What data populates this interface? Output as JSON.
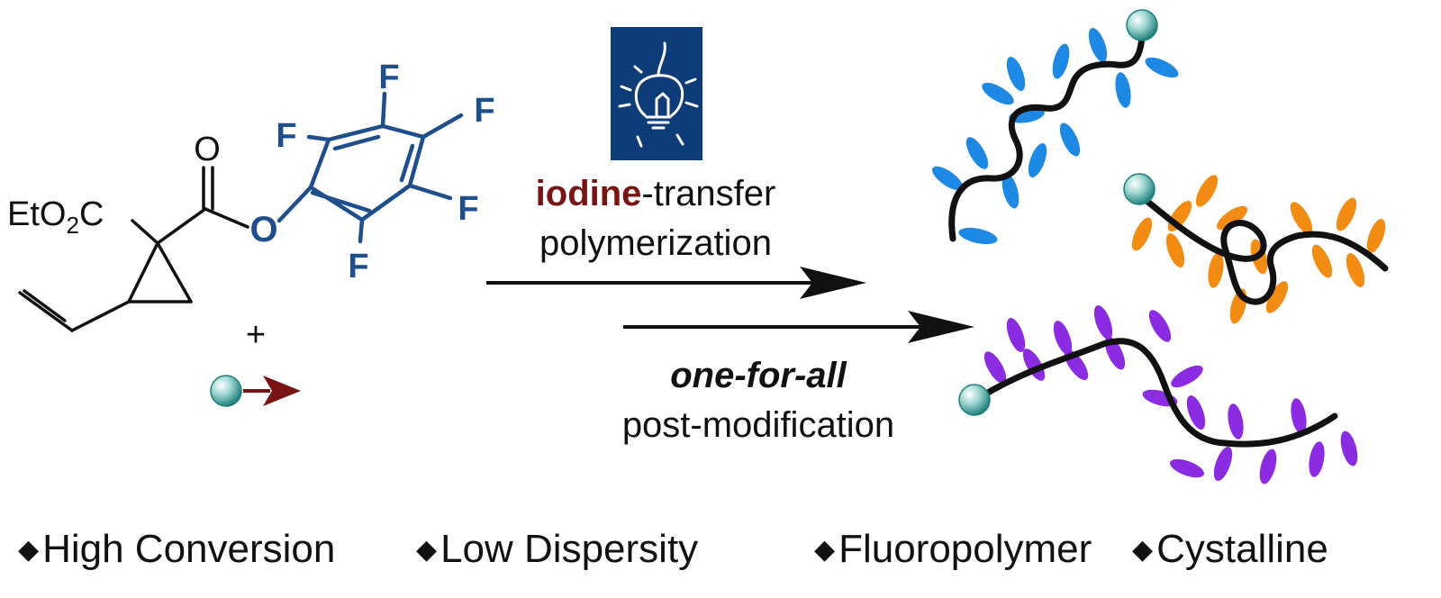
{
  "colors": {
    "ink": "#111111",
    "fluoro_blue": "#1f4e8c",
    "iodine_red": "#7a1414",
    "lamp_box": "#0e3c78",
    "blue_side": "#1e88e5",
    "orange_side": "#f28c13",
    "purple_side": "#8b2be2",
    "bead": "#2e9c96"
  },
  "reactant": {
    "ester_group": "EtO2C",
    "carbonyl_o": "O",
    "ester_o": "O",
    "fluorines": [
      "F",
      "F",
      "F",
      "F",
      "F"
    ],
    "plus": "+"
  },
  "conditions": {
    "icon": "light-bulb-icon",
    "iodine_word": "iodine",
    "transfer_word": "-transfer",
    "line2": "polymerization",
    "post_emphasis": "one-for-all",
    "post_line": "post-modification"
  },
  "features": [
    "High Conversion",
    "Low Dispersity",
    "Fluoropolymer",
    "Cystalline"
  ]
}
